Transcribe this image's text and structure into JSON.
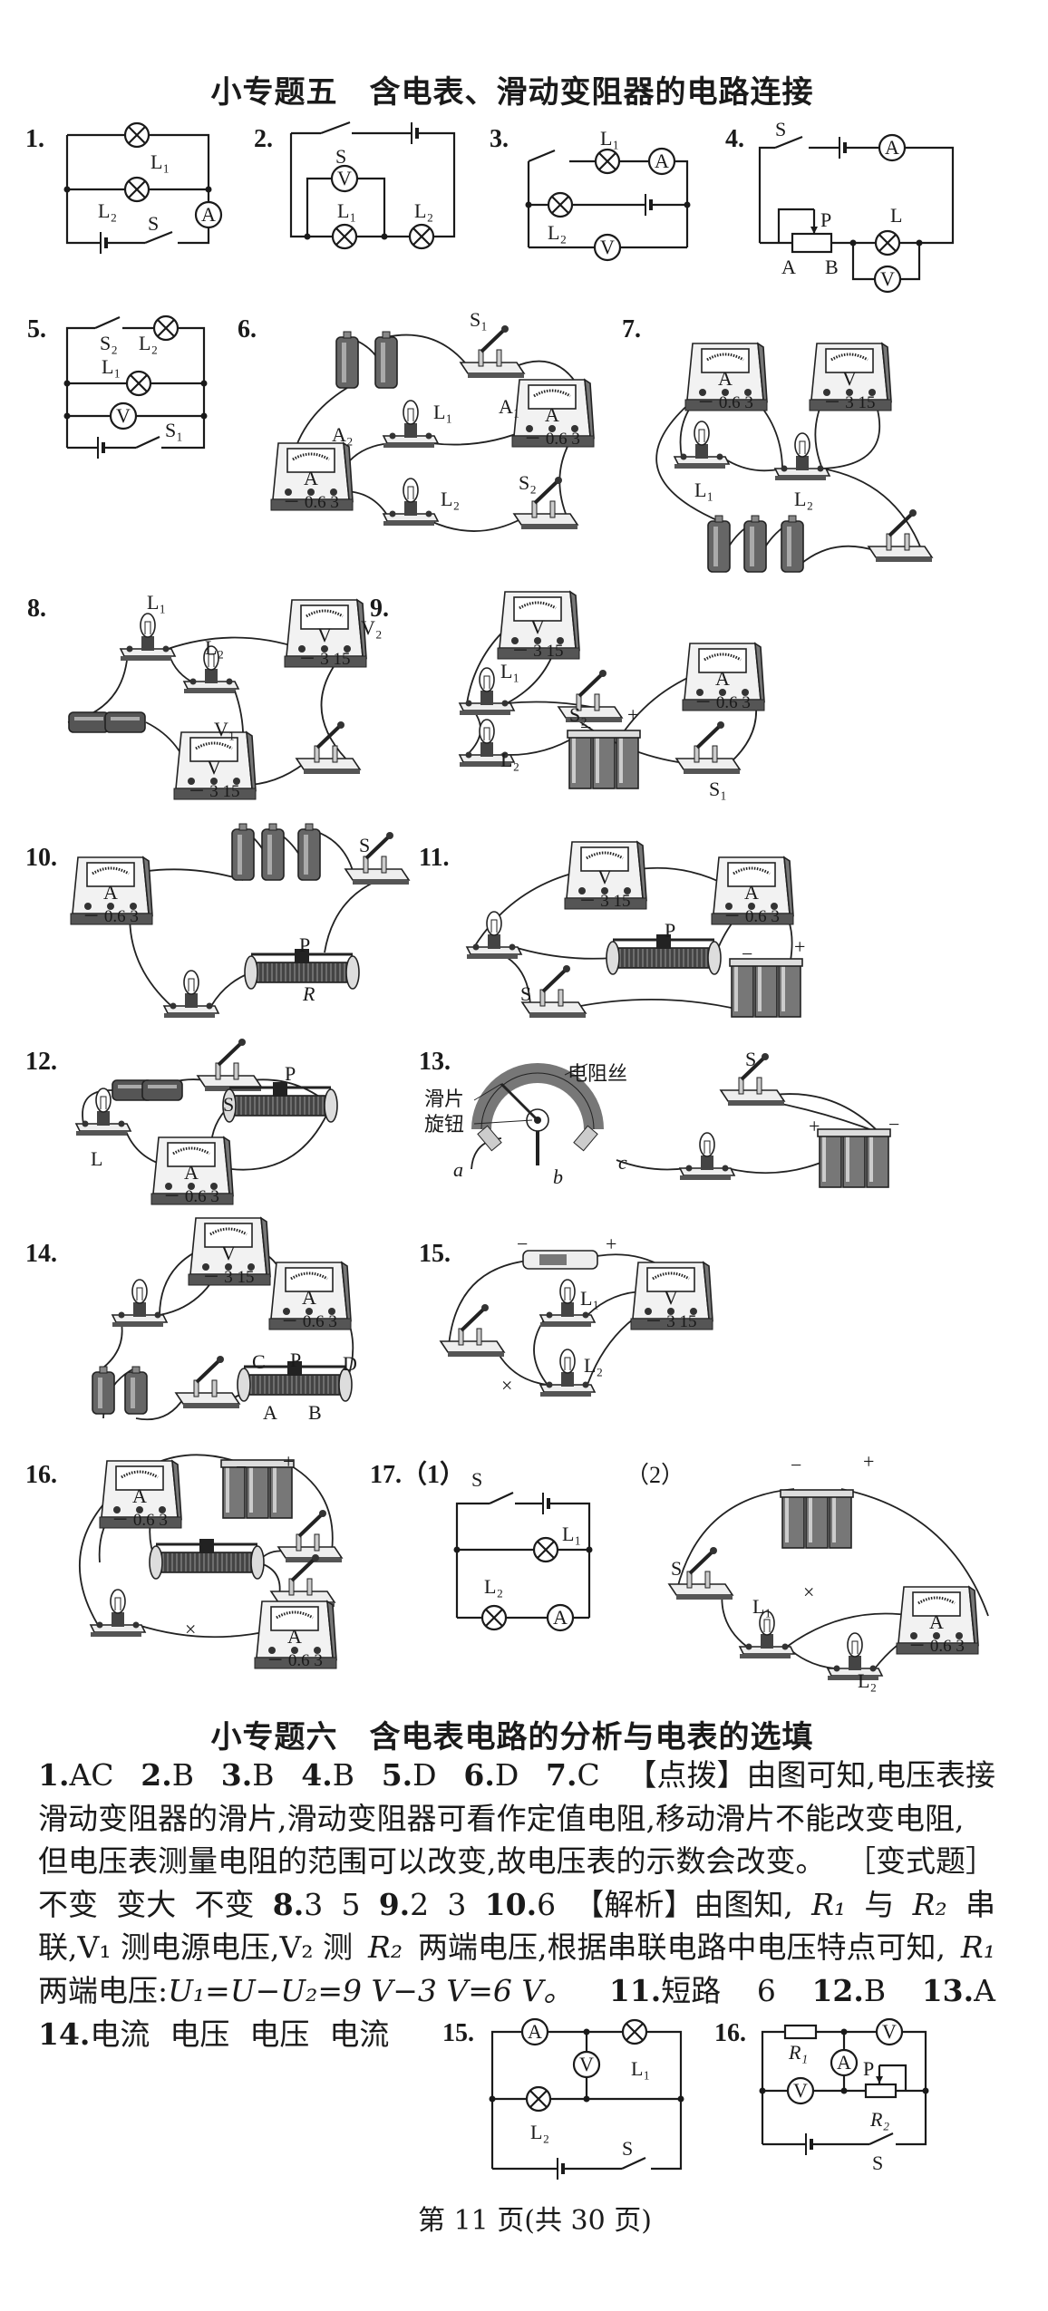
{
  "symbols": {
    "ammeter": "A",
    "voltmeter": "V",
    "ammeter_scale": "－ 0.6  3",
    "voltmeter_scale": "－  3  15"
  },
  "section5": {
    "title": "小专题五　含电表、滑动变阻器的电路连接",
    "q1": {
      "num": "1.",
      "labels": [
        "L₁",
        "L₂",
        "S"
      ]
    },
    "q2": {
      "num": "2.",
      "labels": [
        "S",
        "L₁",
        "L₂"
      ]
    },
    "q3": {
      "num": "3.",
      "labels": [
        "L₁",
        "L₂"
      ]
    },
    "q4": {
      "num": "4.",
      "labels": [
        "S",
        "P",
        "L",
        "A",
        "B"
      ]
    },
    "q5": {
      "num": "5.",
      "labels": [
        "S₂",
        "L₂",
        "L₁",
        "S₁"
      ]
    },
    "q6": {
      "num": "6.",
      "labels": [
        "S₁",
        "A₁",
        "L₁",
        "A₂",
        "L₂",
        "S₂"
      ]
    },
    "q7": {
      "num": "7.",
      "labels": [
        "L₁",
        "L₂"
      ]
    },
    "q8": {
      "num": "8.",
      "labels": [
        "L₁",
        "L₂",
        "V₂",
        "V₁"
      ]
    },
    "q9": {
      "num": "9.",
      "labels": [
        "L₁",
        "L₂",
        "S₂",
        "S₁",
        "+",
        "−"
      ]
    },
    "q10": {
      "num": "10.",
      "labels": [
        "S",
        "P",
        "R"
      ]
    },
    "q11": {
      "num": "11.",
      "labels": [
        "P",
        "S",
        "+",
        "−"
      ]
    },
    "q12": {
      "num": "12.",
      "labels": [
        "S",
        "P",
        "L"
      ]
    },
    "q13": {
      "num": "13.",
      "labels": [
        "电阻丝",
        "滑片",
        "旋钮",
        "a",
        "b",
        "c",
        "S",
        "+",
        "−"
      ]
    },
    "q14": {
      "num": "14.",
      "labels": [
        "C",
        "P",
        "D",
        "A",
        "B"
      ]
    },
    "q15": {
      "num": "15.",
      "labels": [
        "L₁",
        "L₂",
        "−",
        "+",
        "×"
      ]
    },
    "q16": {
      "num": "16.",
      "labels": [
        "−",
        "+",
        "×"
      ]
    },
    "q17": {
      "num": "17.（1）",
      "num2": "（2）",
      "labels": [
        "S",
        "L₁",
        "L₂"
      ],
      "labels2": [
        "S",
        "L₁",
        "L₂",
        "−",
        "+",
        "×"
      ]
    }
  },
  "section6": {
    "title": "小专题六　含电表电路的分析与电表的选填",
    "line1": [
      "1.",
      "AC",
      "2.",
      "B",
      "3.",
      "B",
      "4.",
      "B",
      "5.",
      "D",
      "6.",
      "D",
      "7.",
      "C",
      "【点拨】由图可知,电压表接"
    ],
    "line2": "滑动变阻器的滑片,滑动变阻器可看作定值电阻,移动滑片不能改变电阻,",
    "line3": [
      "但电压表测量电阻的范围可以改变,故电压表的示数会改变。",
      "［变式题］"
    ],
    "line4": [
      "不变",
      "变大",
      "不变",
      "8.",
      "3",
      "5",
      "9.",
      "2",
      "3",
      "10.",
      "6",
      "【解析】由图知,",
      "R₁",
      "与",
      "R₂",
      "串"
    ],
    "line5": [
      "联,V₁ 测电源电压,V₂ 测",
      "R₂",
      "两端电压,根据串联电路中电压特点可知,",
      "R₁"
    ],
    "line6": [
      "两端电压:",
      "U₁=U−U₂=9 V−3 V=6 V。",
      "11.",
      "短路",
      "6",
      "12.",
      "B",
      "13.",
      "A"
    ],
    "line7": [
      "14.",
      "电流",
      "电压",
      "电压",
      "电流"
    ],
    "q15": {
      "num": "15.",
      "labels": [
        "L₁",
        "L₂",
        "S"
      ]
    },
    "q16": {
      "num": "16.",
      "labels": [
        "R₁",
        "P",
        "R₂",
        "S"
      ]
    }
  },
  "footer": "第 11 页(共 30 页)"
}
